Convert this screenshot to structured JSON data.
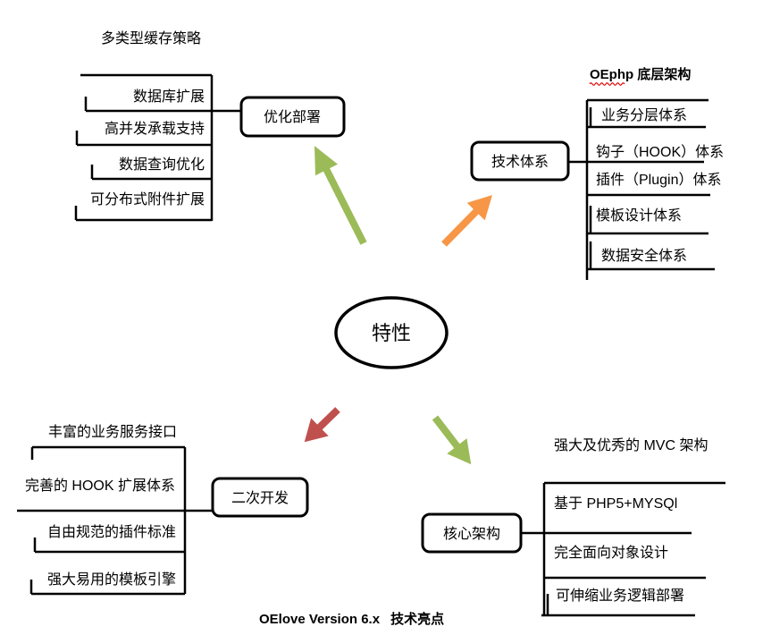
{
  "center": {
    "label": "特性"
  },
  "branches": {
    "optimization": {
      "title": "多类型缓存策略",
      "node": "优化部署",
      "items": [
        "数据库扩展",
        "高并发承载支持",
        "数据查询优化",
        "可分布式附件扩展"
      ]
    },
    "tech_system": {
      "title": "OEphp 底层架构",
      "node": "技术体系",
      "items": [
        "业务分层体系",
        "钩子（HOOK）体系",
        "插件（Plugin）体系",
        "模板设计体系",
        "数据安全体系"
      ]
    },
    "secondary_dev": {
      "node": "二次开发",
      "items": [
        "丰富的业务服务接口",
        "完善的 HOOK 扩展体系",
        "自由规范的插件标准",
        "强大易用的模板引擎"
      ]
    },
    "core_arch": {
      "title": "强大及优秀的 MVC 架构",
      "node": "核心架构",
      "items": [
        "基于 PHP5+MYSQl",
        "完全面向对象设计",
        "可伸缩业务逻辑部署"
      ]
    }
  },
  "caption": {
    "version": "OElove Version 6.x",
    "title": "技术亮点"
  },
  "colors": {
    "arrow_green": "#9BBB59",
    "arrow_orange": "#F79646",
    "arrow_red": "#C0504D",
    "caption": "#C00000",
    "underline_wavy": "#E00000"
  }
}
